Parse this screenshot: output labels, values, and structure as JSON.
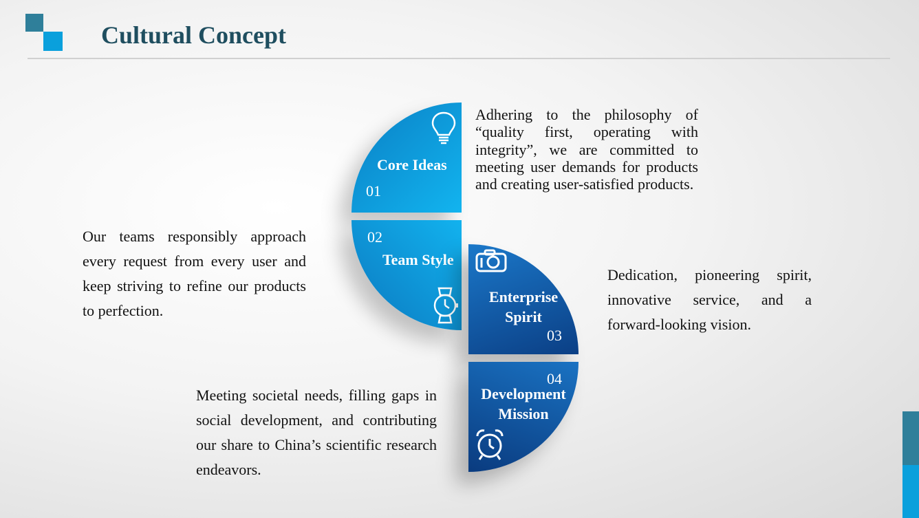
{
  "header": {
    "title": "Cultural Concept"
  },
  "items": [
    {
      "num": "01",
      "label": "Core Ideas",
      "icon": "lightbulb-icon",
      "desc": "Adhering to the philosophy of “quality first, operating with integrity”, we are committed to meeting user demands for products and creating user-satisfied products."
    },
    {
      "num": "02",
      "label": "Team Style",
      "icon": "watch-icon",
      "desc": "Our teams responsibly approach every request from every user and keep striving to refine our products to perfection."
    },
    {
      "num": "03",
      "label_line1": "Enterprise",
      "label_line2": "Spirit",
      "icon": "camera-icon",
      "desc": "Dedication, pioneering spirit, innovative service, and a forward-looking vision."
    },
    {
      "num": "04",
      "label_line1": "Development",
      "label_line2": "Mission",
      "icon": "alarm-clock-icon",
      "desc": "Meeting societal needs, filling gaps in social development, and contributing our share to China’s scientific research endeavors."
    }
  ],
  "colors": {
    "title": "#1f4e5f",
    "accent_teal": "#2f7f9a",
    "accent_blue": "#0aa0dc",
    "petal_light": "#12b4ef",
    "petal_dark": "#0b3f85"
  }
}
